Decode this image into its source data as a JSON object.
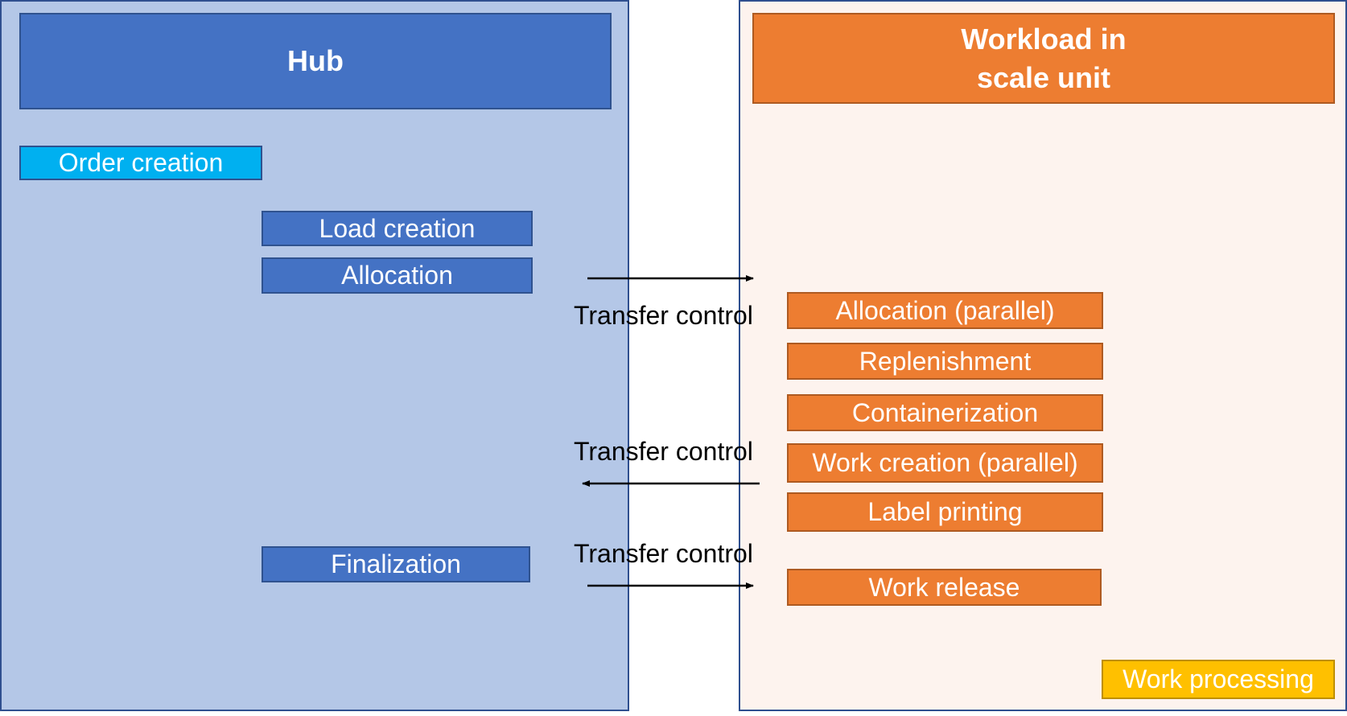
{
  "hub": {
    "title": "Hub",
    "steps": {
      "order_creation": "Order creation",
      "load_creation": "Load creation",
      "allocation": "Allocation",
      "finalization": "Finalization"
    }
  },
  "workload": {
    "title_line1": "Workload in",
    "title_line2": "scale unit",
    "steps": {
      "allocation_parallel": "Allocation (parallel)",
      "replenishment": "Replenishment",
      "containerization": "Containerization",
      "work_creation_parallel": "Work creation (parallel)",
      "label_printing": "Label printing",
      "work_release": "Work release",
      "work_processing": "Work processing"
    }
  },
  "transfers": [
    {
      "label": "Transfer control",
      "direction": "to-workload"
    },
    {
      "label": "Transfer control",
      "direction": "to-hub"
    },
    {
      "label": "Transfer control",
      "direction": "to-workload"
    }
  ],
  "colors": {
    "hub_panel": "#b4c7e7",
    "hub_box": "#4472c4",
    "order_box": "#00b0f0",
    "workload_panel": "#fdf3ee",
    "workload_box": "#ed7d31",
    "processing_box": "#ffc000"
  }
}
